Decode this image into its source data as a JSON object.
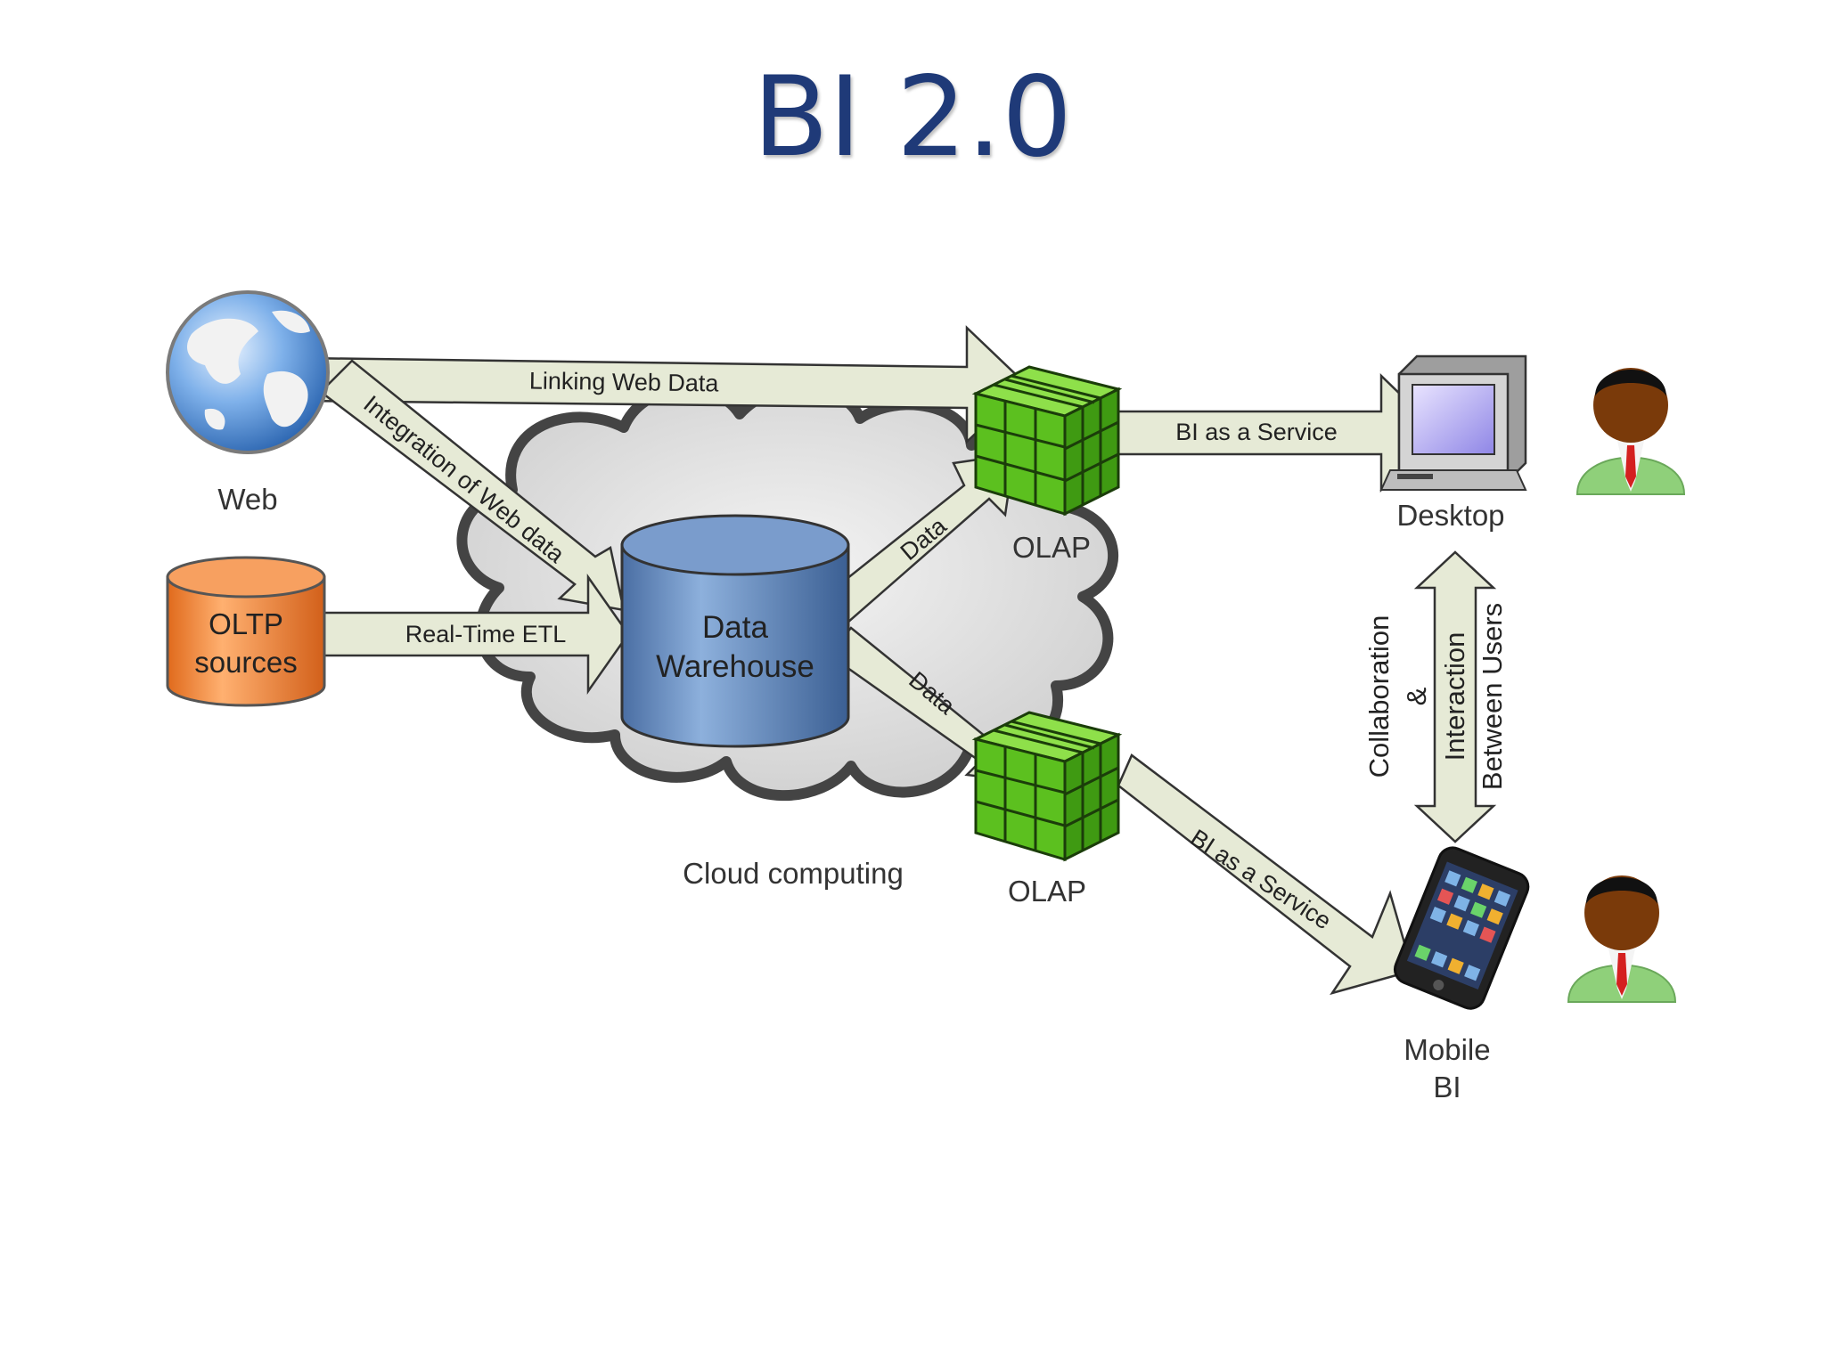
{
  "title": "BI 2.0",
  "nodes": {
    "web": "Web",
    "oltp_line1": "OLTP",
    "oltp_line2": "sources",
    "dw_line1": "Data",
    "dw_line2": "Warehouse",
    "cloud": "Cloud computing",
    "olap_top": "OLAP",
    "olap_bottom": "OLAP",
    "desktop": "Desktop",
    "mobile_line1": "Mobile",
    "mobile_line2": "BI"
  },
  "arrows": {
    "linking_web_data": "Linking Web Data",
    "integration_web_data": "Integration of Web data",
    "real_time_etl": "Real-Time ETL",
    "data_top": "Data",
    "data_bottom": "Data",
    "bi_service_top": "BI as a Service",
    "bi_service_bottom": "BI as a Service",
    "collab_line1": "Collaboration",
    "collab_line2": "&",
    "collab_line3": "Interaction",
    "collab_line4": "Between Users"
  },
  "colors": {
    "title": "#1f3a78",
    "arrow_fill": "#e6ead6",
    "cylinder_blue": "#5b7fb0",
    "cylinder_orange": "#f08a3a",
    "cube_green": "#59c020",
    "cloud_gray": "#d9d9d9"
  }
}
